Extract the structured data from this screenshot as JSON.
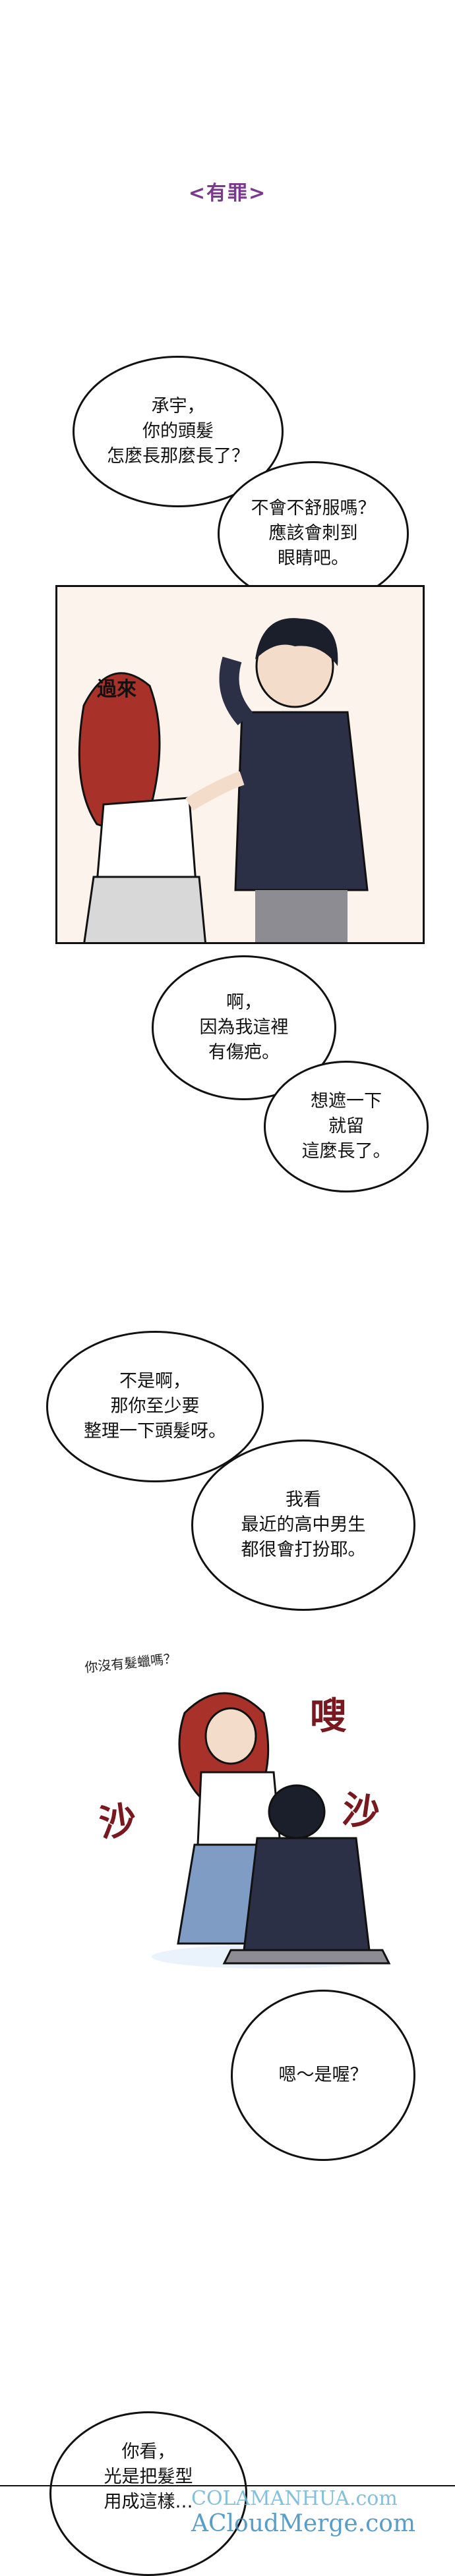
{
  "chapter_title": "<有罪>",
  "bubbles": {
    "b1": "承宇，\n你的頭髮\n怎麼長那麼長了？",
    "b2": "不會不舒服嗎？\n應該會刺到\n眼睛吧。",
    "b3": "啊，\n因為我這裡\n有傷疤。",
    "b4": "想遮一下\n就留\n這麼長了。",
    "b5": "不是啊，\n那你至少要\n整理一下頭髮呀。",
    "b6": "我看\n最近的高中男生\n都很會打扮耶。",
    "b7": "嗯～是喔？",
    "b8": "你看，\n光是把髮型\n用成這樣…"
  },
  "panel1": {
    "sfx": "過來"
  },
  "panel2": {
    "note": "你沒有髮蠟嗎？",
    "sfx_left": "沙",
    "sfx_right": "沙",
    "sfx_top": "嗖"
  },
  "watermark": {
    "line1": "COLAMANHUA.com",
    "line2": "ACloudMerge.com"
  },
  "colors": {
    "title": "#7a3a8c",
    "sfx": "#7a1820",
    "hair_girl": "#a8322a",
    "hoodie": "#2b3047"
  }
}
